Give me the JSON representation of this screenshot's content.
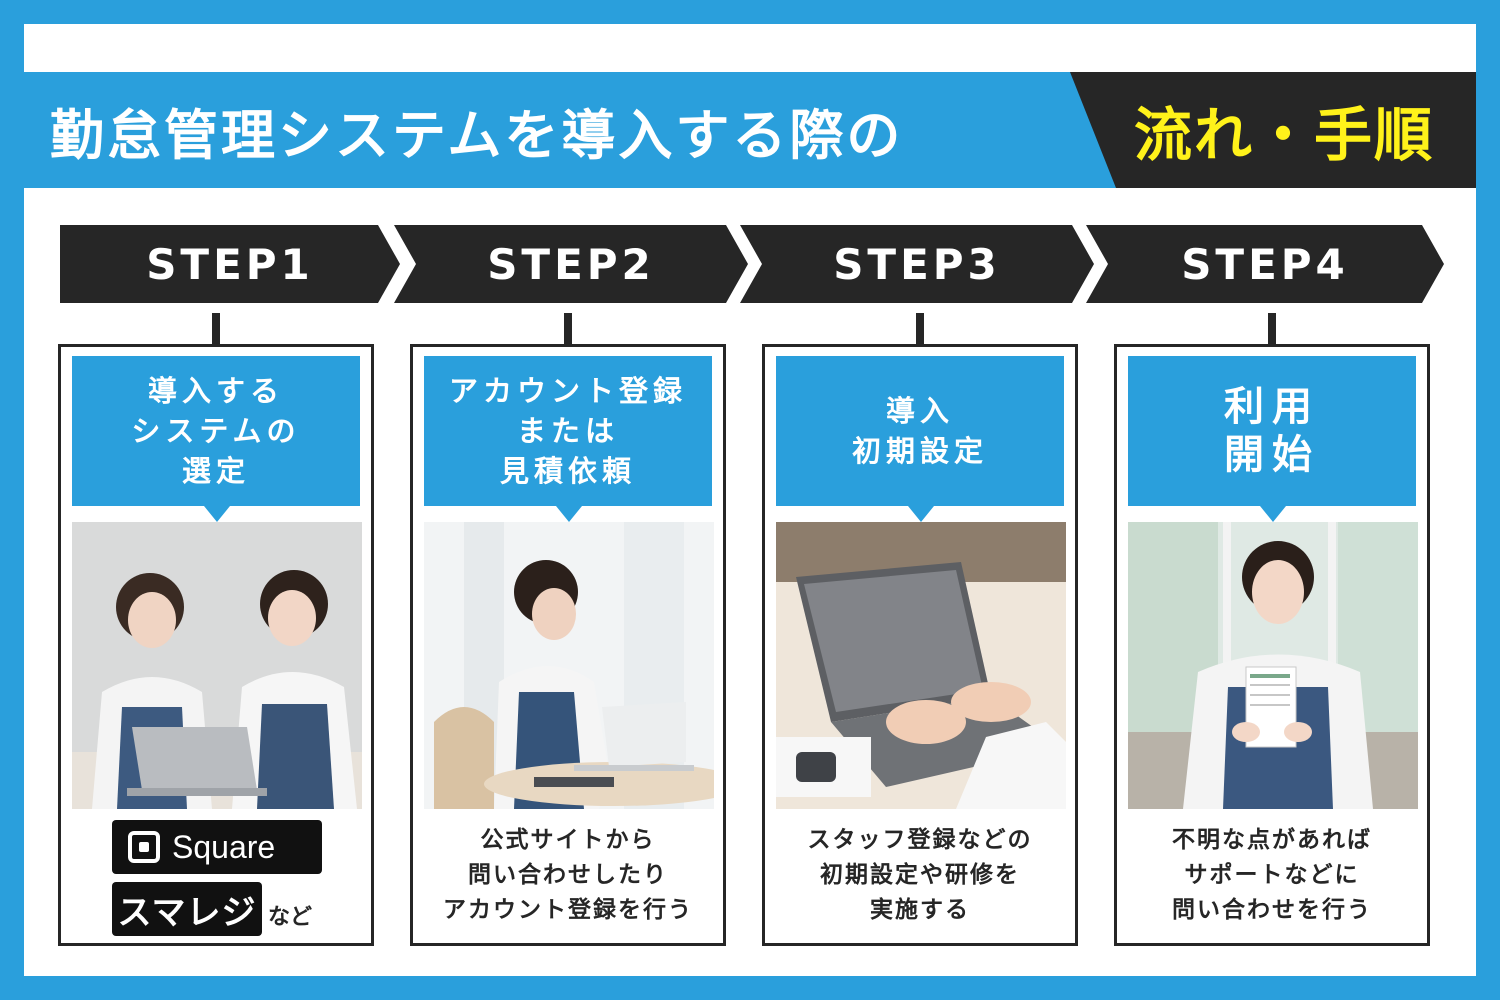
{
  "title": {
    "main": "勤怠管理システムを導入する際の",
    "accent": "流れ・手順"
  },
  "colors": {
    "blue": "#2a9fdc",
    "dark": "#262626",
    "accent_yellow": "#fff21a"
  },
  "steps": [
    {
      "label": "STEP1",
      "heading": [
        "導入する",
        "システムの",
        "選定"
      ],
      "description": [],
      "logos": {
        "square": "Square",
        "smaregi": "スマレジ",
        "etc": "など"
      }
    },
    {
      "label": "STEP2",
      "heading": [
        "アカウント登録",
        "または",
        "見積依頼"
      ],
      "description": [
        "公式サイトから",
        "問い合わせしたり",
        "アカウント登録を行う"
      ]
    },
    {
      "label": "STEP3",
      "heading": [
        "導入",
        "初期設定"
      ],
      "description": [
        "スタッフ登録などの",
        "初期設定や研修を",
        "実施する"
      ]
    },
    {
      "label": "STEP4",
      "heading": [
        "利用",
        "開始"
      ],
      "description": [
        "不明な点があれば",
        "サポートなどに",
        "問い合わせを行う"
      ]
    }
  ]
}
